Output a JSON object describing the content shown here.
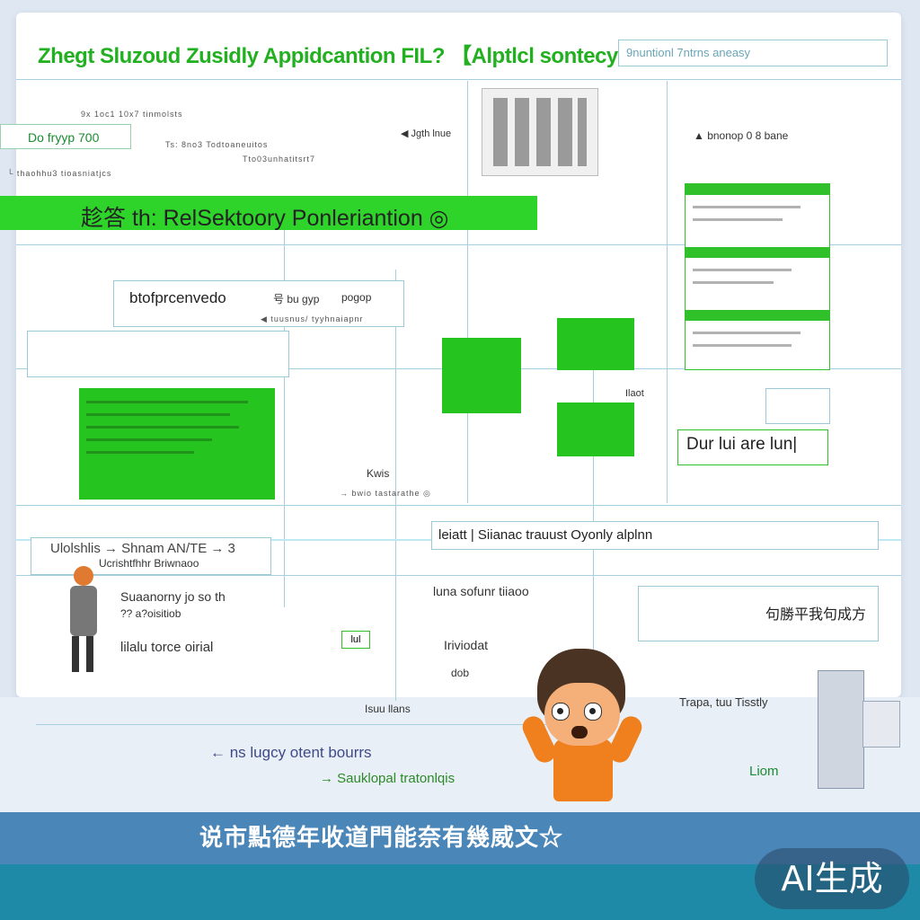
{
  "title": "Zhegt Sluzoud Zusidly Appidcantion FIL? 【Alptlcl sontecy",
  "subtitle": "9nuntionl 7ntrns aneasy",
  "top_left": {
    "line1": "9x 1oc1 10x7 tinmolsts",
    "box": "Do fryyp 700",
    "line2": "Ts: 8no3 Todtoaneuitos",
    "line3": "Tto03unhatitsrt7",
    "line4": "└ thaohhu3 tioasniatjcs"
  },
  "banner": "趁答 th: RelSektoory Ponleriantion ◎",
  "process_box": {
    "title": "btofprcenvedo",
    "col2": "号 bu gyp",
    "col3": "pogop",
    "sub": "◀ tuusnus/ tyyhnaiapnr"
  },
  "server_label": "◀ Jgth lnue",
  "right_top_label": "▲ bnonop 0 8 bane",
  "right_box": "Dur lui are lun|",
  "mid_labels": {
    "a": "Ilaot",
    "b": "→ bwio tastarathe ◎",
    "c": "Kwis"
  },
  "summary_bar": "leiatt | Siianac trauust Oyonly alplnn",
  "lower_labels": {
    "a": "luna sofunr tiiaoo",
    "b": "Iriviodat",
    "c": "dob",
    "d": "Trapa, tuu Tisstly",
    "e": "Liom"
  },
  "left_block": {
    "a": "Ulolshlis → Shnam AN/TE → 3",
    "b": "Ucrishtfhhr Briwnaoo",
    "c": "Suaanorny jo so th",
    "d": "?? a?oisitiob",
    "e": "lilalu torce oirial",
    "f": "Isuu llans"
  },
  "right_label_cluster": "句勝平我句成方",
  "bottom_notes": {
    "a": "← ns lugcy otent bourrs",
    "b": "→ Sauklopal tratonlqis"
  },
  "small_box": "lul",
  "footer_caption": "说市點德年收道門能奈有幾威文☆",
  "badge": "AI生成",
  "colors": {
    "accent_green": "#2fd42a",
    "footer_blue": "#4a86b8",
    "footer_teal": "#1f8aa8"
  }
}
